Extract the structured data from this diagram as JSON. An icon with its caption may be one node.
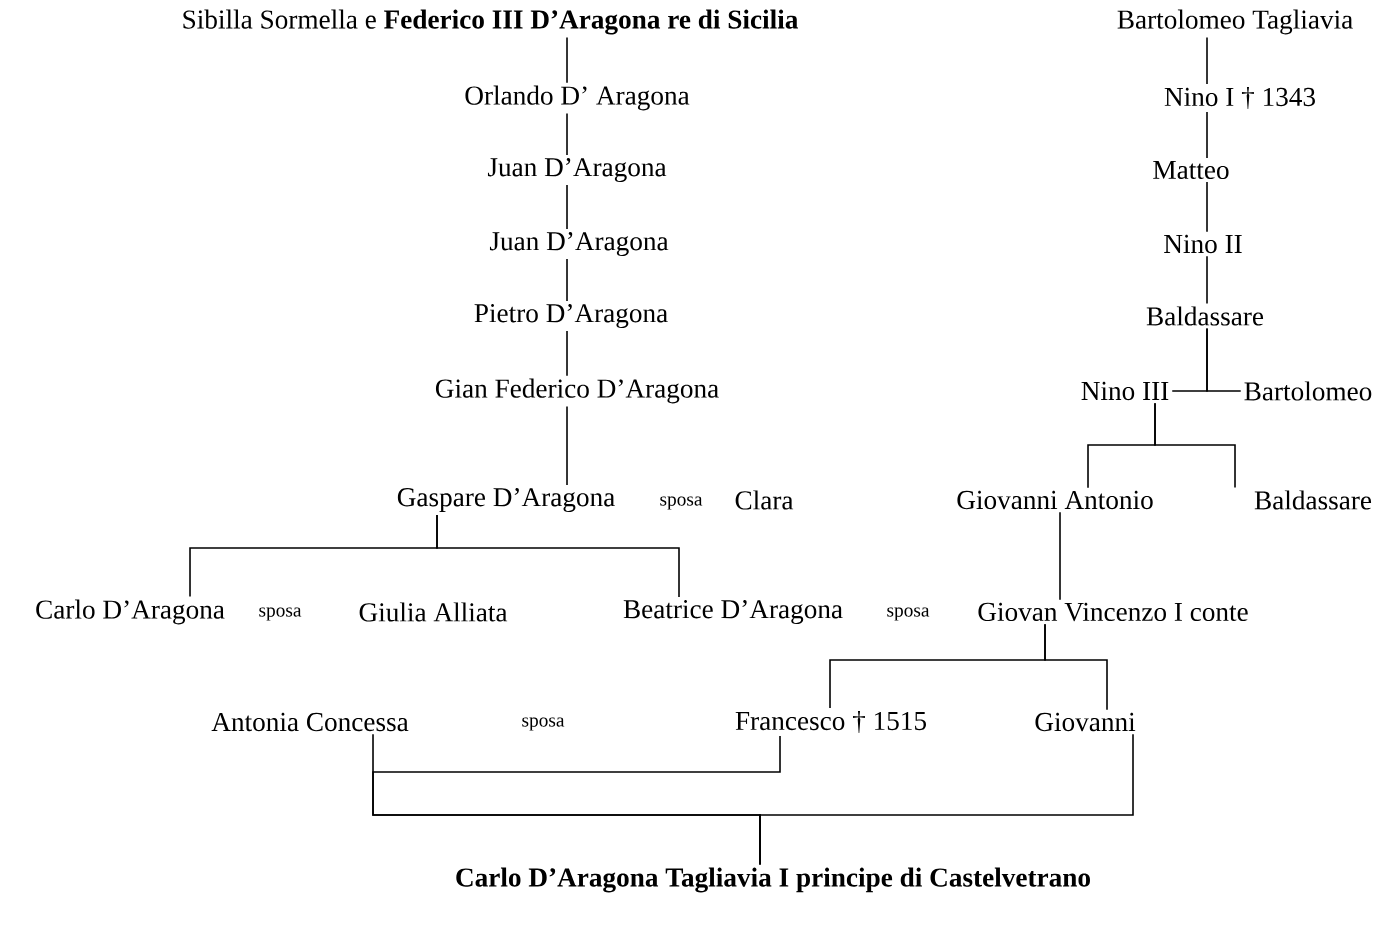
{
  "diagram": {
    "nodes": [
      {
        "text": [
          "Sibilla Sormella e **Federico III D’Aragona re di Sicilia**"
        ]
      },
      {
        "text": [
          "Orlando D’ Aragona"
        ]
      },
      {
        "text": [
          "Juan D’Aragona"
        ]
      },
      {
        "text": [
          "Juan D’Aragona"
        ]
      },
      {
        "text": [
          "Pietro D’Aragona"
        ]
      },
      {
        "text": [
          "Gian Federico D’Aragona"
        ]
      },
      {
        "text": [
          "Gaspare D’Aragona"
        ]
      },
      {
        "text": [
          "Bartolomeo Tagliavia"
        ]
      },
      {
        "text": [
          "Nino I † 1343"
        ]
      },
      {
        "text": [
          "Matteo"
        ]
      },
      {
        "text": [
          "Nino II"
        ]
      },
      {
        "text": [
          "Baldassare"
        ]
      },
      {
        "text": [
          "Nino III"
        ]
      },
      {
        "text": [
          "Bartolomeo"
        ]
      },
      {
        "text": [
          "Giovanni Antonio"
        ]
      },
      {
        "text": [
          "Baldassare"
        ]
      },
      {
        "text": [
          "Carlo D’Aragona"
        ]
      },
      {
        "text": [
          "Beatrice D’Aragona"
        ]
      },
      {
        "text": [
          "Giovan Vincenzo I conte"
        ]
      },
      {
        "text": [
          "Antonia Concessa"
        ]
      },
      {
        "text": [
          "Francesco † 1515"
        ]
      },
      {
        "text": [
          "Giovanni"
        ]
      },
      {
        "text": [
          "Carlo D’Aragona Tagliavia I principe di Castelvetrano"
        ]
      }
    ],
    "edges": [
      {
        "from": 0,
        "to": 1,
        "arrow": "none"
      },
      {
        "from": 1,
        "to": 2,
        "arrow": "none"
      },
      {
        "from": 2,
        "to": 3,
        "arrow": "none"
      },
      {
        "from": 3,
        "to": 4,
        "arrow": "none"
      },
      {
        "from": 4,
        "to": 5,
        "arrow": "none"
      },
      {
        "from": 5,
        "to": 6,
        "arrow": "none"
      },
      {
        "from": 6,
        "to": 16,
        "arrow": "none"
      },
      {
        "from": 6,
        "to": 17,
        "arrow": "none"
      },
      {
        "from": 7,
        "to": 8,
        "arrow": "none"
      },
      {
        "from": 8,
        "to": 9,
        "arrow": "none"
      },
      {
        "from": 9,
        "to": 10,
        "arrow": "none"
      },
      {
        "from": 10,
        "to": 11,
        "arrow": "none"
      },
      {
        "from": 11,
        "to": 12,
        "arrow": "none"
      },
      {
        "from": 11,
        "to": 13,
        "arrow": "none"
      },
      {
        "from": 12,
        "to": 14,
        "arrow": "none"
      },
      {
        "from": 12,
        "to": 15,
        "arrow": "none"
      },
      {
        "from": 14,
        "to": 18,
        "arrow": "none"
      },
      {
        "from": 18,
        "to": 20,
        "arrow": "none"
      },
      {
        "from": 18,
        "to": 21,
        "arrow": "none"
      },
      {
        "from": 19,
        "to": 22,
        "arrow": "none"
      },
      {
        "from": 20,
        "to": 22,
        "arrow": "none"
      },
      {
        "from": 21,
        "to": 22,
        "arrow": "none"
      }
    ],
    "labels": [
      "sposa",
      "Clara",
      "sposa",
      "Giulia Alliata",
      "sposa",
      "sposa"
    ]
  }
}
